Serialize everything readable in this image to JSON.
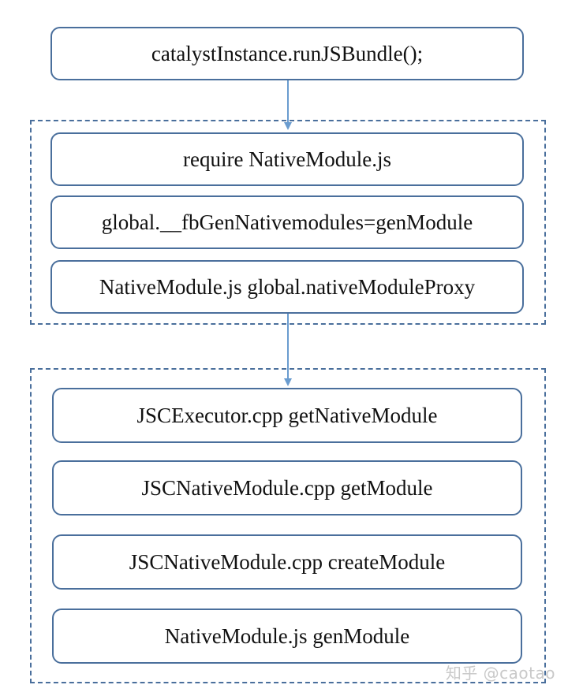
{
  "diagram": {
    "top_node": "catalystInstance.runJSBundle();",
    "group1": {
      "nodes": [
        "require NativeModule.js",
        "global.__fbGenNativemodules=genModule",
        "NativeModule.js global.nativeModuleProxy"
      ]
    },
    "group2": {
      "nodes": [
        "JSCExecutor.cpp getNativeModule",
        "JSCNativeModule.cpp getModule",
        "JSCNativeModule.cpp createModule",
        "NativeModule.js genModule"
      ]
    },
    "watermark": "知乎 @caotao"
  },
  "colors": {
    "border": "#4a6f9c",
    "arrow": "#6a9ccf"
  }
}
